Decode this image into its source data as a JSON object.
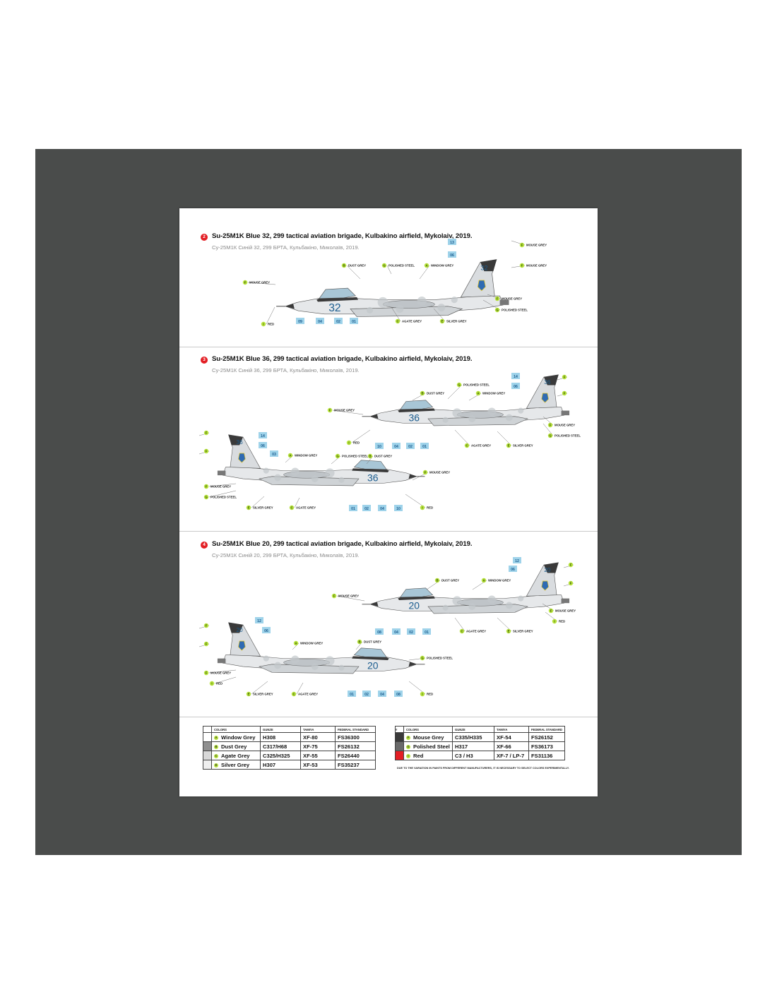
{
  "sheet": {
    "schemes": [
      {
        "number": "2",
        "title": "Su-25M1K Blue 32, 299 tactical aviation brigade, Kulbakino airfield, Mykolaiv, 2019.",
        "subtitle": "Су-25М1К Синій 32, 299 БРТА, Кульбакіно, Миколаїв, 2019.",
        "board_number": "32",
        "decal_numbers": [
          "13",
          "06",
          "09",
          "04",
          "02",
          "01"
        ],
        "callouts": [
          "MOUSE GREY",
          "MOUSE GREY",
          "DUST GREY",
          "POLISHED STEEL",
          "WINDOW GREY",
          "MOUSE GREY",
          "POLISHED STEEL",
          "MOUSE GREY",
          "RED",
          "AGATE GREY",
          "SILVER GREY"
        ],
        "callout_keys": [
          "F",
          "F",
          "B",
          "G",
          "A",
          "F",
          "G",
          "F",
          "I",
          "C",
          "E"
        ]
      },
      {
        "number": "3",
        "title": "Su-25M1K Blue 36, 299 tactical aviation brigade, Kulbakino airfield, Mykolaiv, 2019.",
        "subtitle": "Су-25М1К Синій 36, 299 БРТА, Кульбакіно, Миколаїв, 2019.",
        "board_number": "36",
        "decal_numbers_top": [
          "14",
          "06",
          "10",
          "04",
          "02",
          "01"
        ],
        "decal_numbers_bottom": [
          "14",
          "06",
          "03",
          "01",
          "02",
          "04",
          "10"
        ],
        "callouts_top": [
          "DUST GREY",
          "POLISHED STEEL",
          "WINDOW GREY",
          "MOUSE GREY",
          "RED",
          "AGATE GREY",
          "SILVER GREY",
          "MOUSE GREY",
          "POLISHED STEEL"
        ],
        "callout_keys_top": [
          "B",
          "G",
          "A",
          "F",
          "I",
          "C",
          "E",
          "F",
          "G"
        ],
        "callouts_bottom": [
          "WINDOW GREY",
          "POLISHED STEEL",
          "DUST GREY",
          "MOUSE GREY",
          "MOUSE GREY",
          "POLISHED STEEL",
          "SILVER GREY",
          "AGATE GREY",
          "RED"
        ],
        "callout_keys_bottom": [
          "A",
          "G",
          "B",
          "F",
          "F",
          "G",
          "E",
          "C",
          "I"
        ]
      },
      {
        "number": "4",
        "title": "Su-25M1K Blue 20, 299 tactical aviation brigade, Kulbakino airfield, Mykolaiv, 2019.",
        "subtitle": "Су-25М1К Синій 20, 299 БРТА, Кульбакіно, Миколаїв, 2019.",
        "board_number": "20",
        "decal_numbers_top": [
          "12",
          "06",
          "08",
          "04",
          "02",
          "01"
        ],
        "decal_numbers_bottom": [
          "12",
          "06",
          "01",
          "02",
          "04",
          "08"
        ],
        "callouts_top": [
          "DUST GREY",
          "WINDOW GREY",
          "MOUSE GREY",
          "MOUSE GREY",
          "RED",
          "AGATE GREY",
          "SILVER GREY"
        ],
        "callout_keys_top": [
          "B",
          "A",
          "F",
          "F",
          "I",
          "C",
          "E"
        ],
        "callouts_bottom": [
          "WINDOW GREY",
          "DUST GREY",
          "POLISHED STEEL",
          "MOUSE GREY",
          "RED",
          "SILVER GREY",
          "AGATE GREY",
          "RED"
        ],
        "callout_keys_bottom": [
          "A",
          "B",
          "G",
          "F",
          "I",
          "E",
          "C",
          "I"
        ]
      }
    ],
    "paint_table_left": {
      "headers": [
        "COLORS",
        "GUNZE",
        "TAMIYA",
        "FEDERAL STANDARD"
      ],
      "rows": [
        {
          "key": "A",
          "swatch": "#ffffff",
          "name": "Window Grey",
          "gunze": "H308",
          "tamiya": "XF-80",
          "fs": "FS36300"
        },
        {
          "key": "B",
          "swatch": "#8f8f8f",
          "name": "Dust Grey",
          "gunze": "C317/H68",
          "tamiya": "XF-75",
          "fs": "FS26132"
        },
        {
          "key": "C",
          "swatch": "#d8d8d8",
          "name": "Agate Grey",
          "gunze": "C325/H325",
          "tamiya": "XF-55",
          "fs": "FS26440"
        },
        {
          "key": "E",
          "swatch": "#efefef",
          "name": "Silver Grey",
          "gunze": "H307",
          "tamiya": "XF-53",
          "fs": "FS35237"
        }
      ]
    },
    "paint_table_right": {
      "headers": [
        "#",
        "COLORS",
        "GUNZE",
        "TAMIYA",
        "FEDERAL STANDARD"
      ],
      "rows": [
        {
          "key": "F",
          "swatch": "#3a3a3a",
          "name": "Mouse Grey",
          "gunze": "C335/H335",
          "tamiya": "XF-54",
          "fs": "FS26152"
        },
        {
          "key": "G",
          "swatch": "#6a6a6a",
          "name": "Polished Steel",
          "gunze": "H317",
          "tamiya": "XF-66",
          "fs": "FS36173"
        },
        {
          "key": "I",
          "swatch": "#e31e24",
          "name": "Red",
          "gunze": "C3 / H3",
          "tamiya": "XF-7 / LP-7",
          "fs": "FS31136"
        }
      ]
    },
    "note": "DUE TO THE VARIATION IN PAINTS FROM DIFFERENT MANUFACTURERS, IT IS NECESSARY TO SELECT COLORS EXPERIMENTALLY."
  },
  "colors": {
    "frame": "#4a4c4b",
    "accent_red": "#e31e24",
    "callout_green": "#b6e23b",
    "decal_blue": "#9fd3ea",
    "board_blue": "#1c5d8f"
  }
}
